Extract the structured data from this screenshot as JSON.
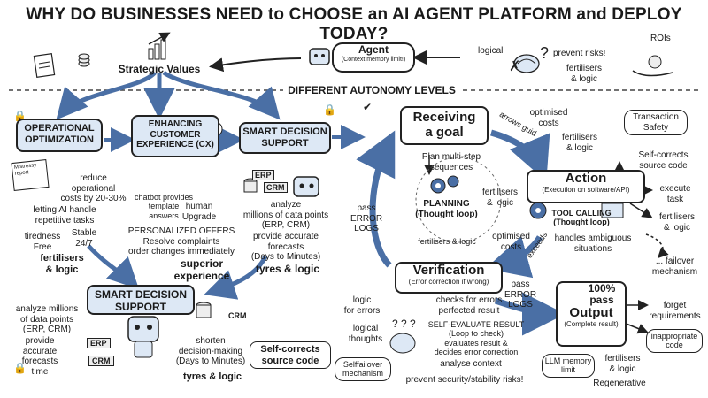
{
  "title": "WHY DO BUSINESSES NEED to CHOOSE an AI AGENT PLATFORM and DEPLOY TODAY?",
  "header": {
    "strategic_values": "Strategic Values",
    "agent_title": "Agent",
    "agent_sub": "(Context memory limit!)",
    "logical": "logical",
    "prevent_risks": "prevent risks!",
    "rois": "ROIs",
    "fertilisers_logic": "fertilisers\n& logic",
    "different_autonomy": "DIFFERENT AUTONOMY LEVELS"
  },
  "left": {
    "op_opt": "OPERATIONAL\nOPTIMIZATION",
    "enh_cx": "ENHANCING\nCUSTOMER\nEXPERIENCE (CX)",
    "smart_ds": "SMART DECISION\nSUPPORT",
    "reduce_costs": "reduce\noperational\ncosts by 20-30%",
    "letting_ai": "letting AI handle\nrepetitive tasks",
    "tiredness": "tiredness\nFree",
    "stable": "Stable\n24/7",
    "fert1": "fertilisers\n& logic",
    "chatbot": "chatbot provides\ntemplate\nanswers",
    "human": "human\nUpgrade",
    "personalized": "PERSONALIZED OFFERS\nResolve complaints\norder changes immediately",
    "superior": "superior\nexperience",
    "analyze1": "analyze\nmillions of data points\n(ERP, CRM)",
    "provide_acc": "provide accurate\nforecasts\n(Days to Minutes)",
    "tyres1": "tyres & logic",
    "erp": "ERP",
    "crm": "CRM",
    "sds_bottom": "SMART DECISION\nSUPPORT",
    "analyze2": "analyze millions\nof data points\n(ERP, CRM)",
    "provide2": "provide\naccurate\nforecasts\ntime",
    "erp2": "ERP",
    "crm2": "CRM",
    "crm3": "CRM",
    "shorten": "shorten\ndecision-making\n(Days to Minutes)",
    "self_corrects_src": "Self-corrects\nsource code",
    "tyres2": "tyres & logic",
    "money_report": "Mistressy report"
  },
  "cycle": {
    "receiving": "Receiving\na goal",
    "arrows_guid": "arrows guid",
    "optimised_costs_top": "optimised\ncosts",
    "fert_top": "fertilisers\n& logic",
    "transaction": "Transaction\nSafety",
    "self_corrects_top": "Self-corrects\nsource code",
    "plan_multi": "Plan multi-step\nsequences",
    "planning": "PLANNING\n(Thought loop)",
    "fert_plan": "fertilisers\n& logic",
    "fert_plan2": "fertilisers & logic",
    "optimised_costs2": "optimised\ncosts",
    "pass_error": "pass\nERROR\nLOGS",
    "action": "Action",
    "action_sub": "(Execution on software/API)",
    "execute": "execute\ntask",
    "tool_calling": "TOOL CALLING\n(Thought loop)",
    "fert_action": "fertilisers\n& logic",
    "handles": "handles ambiguous\nsituations",
    "failover": "... failover\nmechanism",
    "exceeds": "exceeds",
    "verification": "Verification",
    "verification_sub": "(Error correction if wrong)",
    "pass_error2": "pass\nERROR\nLOGS",
    "logic_errors": "logic\nfor errors",
    "checks": "checks for errors\nperfected result",
    "self_eval": "SELF-EVALUATE RESULT\n(Loop to check)\nevaluates result &\ndecides error correction",
    "logical_thoughts": "logical\nthoughts",
    "analyse_ctx": "analyse context",
    "self_failover": "Selffailover\nmechanism",
    "prevent2": "prevent security/stability risks!",
    "pass100": "100%\npass",
    "output": "Output",
    "output_sub": "(Complete result)",
    "forget": "forget\nrequirements",
    "inappropriate": "inappropriate\ncode",
    "llm_memory": "LLM memory\nlimit",
    "fert_out": "fertilisers\n& logic",
    "regenerative": "Regenerative"
  },
  "colors": {
    "box_blue": "#dde8f5",
    "arrow_blue": "#4a6fa5",
    "ink": "#222222"
  }
}
